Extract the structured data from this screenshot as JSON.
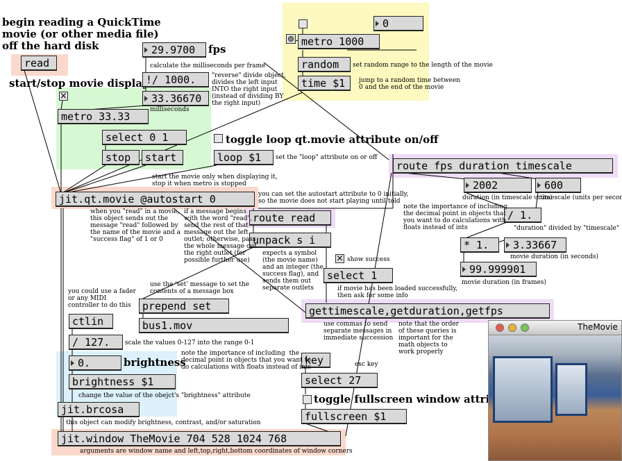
{
  "window_title": "TheMovie",
  "headings": {
    "begin_reading": "begin reading a QuickTime\nmovie (or other media file)\noff the hard disk",
    "start_stop": "start/stop movie display",
    "fps": "fps",
    "toggle_loop": "toggle loop qt.movie attribute on/off",
    "brightness": "brightness",
    "toggle_fullscreen": "toggle fullscreen window attribute"
  },
  "objects": {
    "read": "read",
    "fps_value": "29.9700",
    "divide_1000": "!/ 1000.",
    "ms_value": "33.36670",
    "metro_33": "metro 33.33",
    "select_01": "select 0 1",
    "stop": "stop",
    "start": "start",
    "loop": "loop $1",
    "jit_qt_movie": "jit.qt.movie @autostart 0",
    "route_read": "route read",
    "unpack": "unpack s i",
    "select_1": "select 1",
    "prepend_set": "prepend set",
    "bus1": "bus1.mov",
    "ctlin": "ctlin",
    "div_127": "/ 127.",
    "bright_value": "0.",
    "brightness_msg": "brightness $1",
    "jit_brcosa": "jit.brcosa",
    "jit_window": "jit.window TheMovie 704 528 1024 768",
    "metro_1000": "metro 1000",
    "zero": "0",
    "random": "random",
    "time": "time $1",
    "route_fps": "route fps duration timescale",
    "duration": "2002",
    "timescale": "600",
    "div_1": "/ 1.",
    "mul_1": "* 1.",
    "seconds": "3.33667",
    "frames": "99.999901",
    "gettimescale": "gettimescale,getduration,getfps",
    "key": "key",
    "select_27": "select 27",
    "fullscreen": "fullscreen $1"
  },
  "comments": {
    "calc_ms": "calculate the milliseconds per frame",
    "reverse_divide": "\"reverse\" divide object,\ndivides the left input\nINTO the right input\n(instead of dividing BY\nthe right input)",
    "milliseconds": "milliseconds",
    "set_random": "set random range to the length of the movie",
    "jump_random": "jump to a random time between\n0 and the end of the movie",
    "set_loop": "set the \"loop\" attribute on or off",
    "start_only": "start the movie only when displaying it,\nstop it when metro is stopped",
    "autostart": "you can set the autostart attribute to 0 initially,\nso the movie does not start playing until told",
    "read_in_movie": "when you \"read\" in a movie,\nthis object sends out the\nmessage \"read\" followed by\nthe name of the movie and a\n\"success flag\" of 1 or 0",
    "if_message": "if a message begins\nwith the word \"read\",\nsend the rest of that\nmessage out the left\noutlet; otherwise, pass\nthe whole message out\nthe right outlet (for\npossible further use)",
    "expects_symbol": "expects a symbol\n(the movie name)\nand an integer (the\nsuccess flag), and\nsends them out\nseparate outlets",
    "show_success": "show success",
    "if_loaded": "if movie has been loaded successfully,\nthen ask for some info",
    "use_set": "use the 'set' message to set the\ncontents of a message box",
    "duration_units": "duration (in timescale units)",
    "timescale_units": "timescale (units per second)",
    "note_decimal": "note the importance of including\nthe decimal point in objects that\nyou want to do calculations with\nfloats instead of ints",
    "dur_div_ts": "\"duration\" divided by \"timescale\"",
    "dur_seconds": "movie duration (in seconds)",
    "dur_frames": "movie duration (in frames)",
    "use_commas": "use commas to send\nseparate messages in\nimmediate succession",
    "note_order": "note that the order\nof these queries is\nimportant for the\nmath objects to\nwork properly",
    "fader": "you could use a fader\nor any MIDI\ncontroller to do this",
    "scale_values": "scale the values 0-127 into the range 0-1",
    "note_decimal2": "note the importance of including  the\ndecimal point in objects that you want to\ndo calculations with floats instead of ints",
    "change_value": "change the value of the obejct's \"brightness\" attribute",
    "brcosa_note": "this object can modify brightness, contrast, and/or saturation",
    "esc_key": "esc key",
    "window_args": "arguments are window name and left,top,right,bottom coordinates of window corners"
  },
  "toggle_states": {
    "metro_toggle": "on",
    "show_success_toggle": "on"
  },
  "colors": {
    "yellow_panel": "#fdf9c0",
    "green_panel": "#d6f8d2",
    "salmon_panel": "#fad8cc",
    "purple_panel": "#efdcf6",
    "blue_panel": "#dcf1fb",
    "object_fill": "#d9d9d9"
  }
}
